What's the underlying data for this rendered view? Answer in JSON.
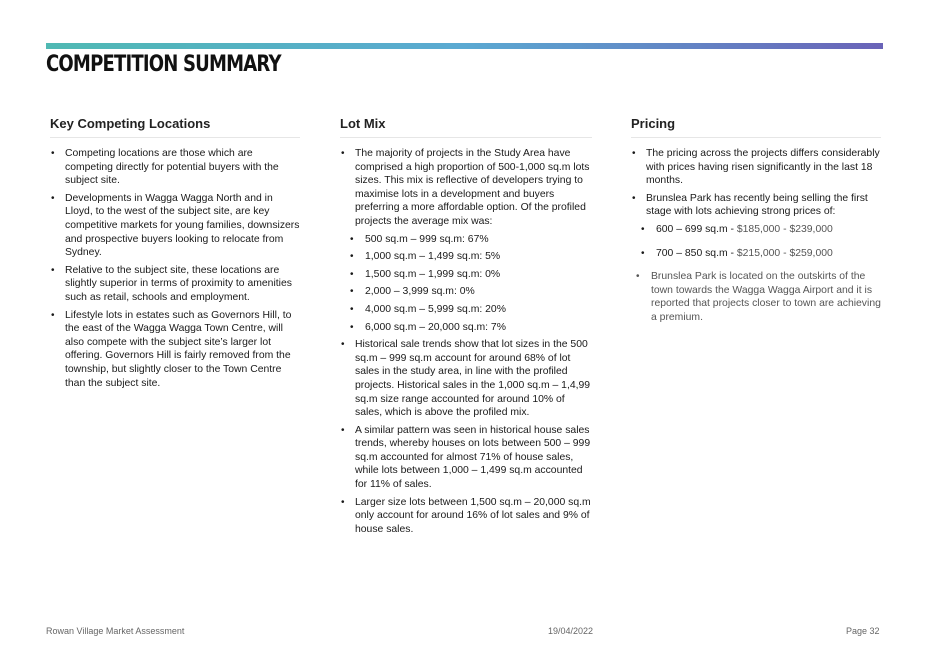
{
  "page": {
    "title": "COMPETITION SUMMARY"
  },
  "columns": {
    "locations": {
      "heading": "Key Competing Locations",
      "items": [
        "Competing locations are those which are competing directly for potential buyers with the subject site.",
        "Developments in Wagga Wagga North and in Lloyd, to the west of the subject site, are key competitive markets for young families, downsizers and prospective buyers looking to relocate from Sydney.",
        "Relative to the subject site, these locations are slightly superior in terms of  proximity to amenities such as retail, schools and employment.",
        "Lifestyle lots in estates such as Governors Hill, to the east of the Wagga Wagga Town Centre, will also compete with the subject site’s larger lot offering. Governors Hill is fairly removed from the township, but slightly closer to the Town Centre than the subject site."
      ]
    },
    "lotmix": {
      "heading": "Lot Mix",
      "intro": "The majority of projects in the Study Area have comprised a high proportion of 500-1,000 sq.m lots sizes. This mix is reflective of developers trying to maximise lots in a development and buyers preferring a more affordable option. Of the profiled projects the average mix was:",
      "mix": [
        "500 sq.m – 999 sq.m: 67%",
        "1,000 sq.m – 1,499 sq.m: 5%",
        "1,500 sq.m – 1,999 sq.m: 0%",
        "2,000 – 3,999 sq.m: 0%",
        "4,000 sq.m – 5,999 sq.m: 20%",
        "6,000 sq.m – 20,000 sq.m: 7%"
      ],
      "items": [
        "Historical sale trends show that lot sizes in the 500 sq.m – 999 sq.m account for around 68% of lot sales in the study area, in line with the profiled projects. Historical sales in the 1,000 sq.m – 1,4,99 sq.m size range accounted for around 10% of sales, which is above the profiled mix.",
        "A similar pattern was seen in historical house sales trends, whereby houses on lots between 500 – 999 sq.m accounted for almost 71% of house sales, while lots between 1,000 – 1,499 sq.m accounted for 11% of sales.",
        "Larger size lots between 1,500 sq.m – 20,000 sq.m only account for around 16% of lot sales and 9% of house sales."
      ]
    },
    "pricing": {
      "heading": "Pricing",
      "item1": "The pricing across the projects differs considerably with prices having risen significantly in the last 18 months.",
      "item2": "Brunslea Park has recently being selling the first stage with lots achieving strong prices of:",
      "price1_label": "600 – 699 sq.m - ",
      "price1_value": "$185,000 - $239,000",
      "price2_label": "700 – 850 sq.m - ",
      "price2_value": "$215,000 - $259,000",
      "item3": "Brunslea Park is located on the outskirts of the town towards the Wagga Wagga Airport and it is reported that projects closer to town are achieving a premium."
    }
  },
  "footer": {
    "left": "Rowan Village Market Assessment",
    "date": "19/04/2022",
    "page": "Page 32"
  },
  "colors": {
    "bar_start": "#4fb9b3",
    "bar_end": "#6a63b8"
  }
}
